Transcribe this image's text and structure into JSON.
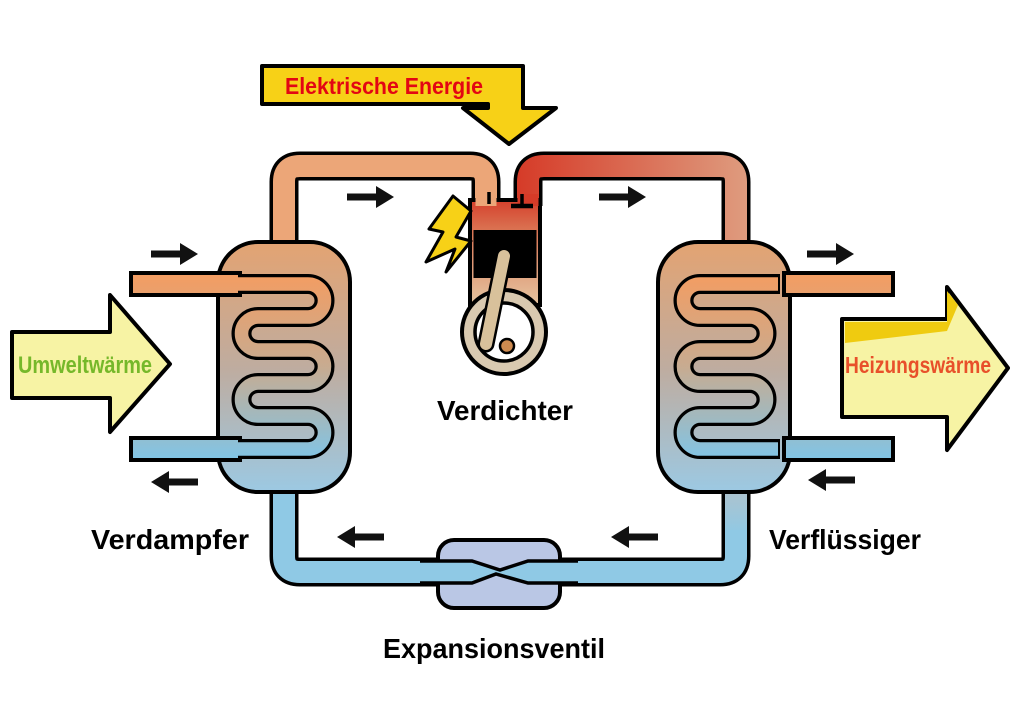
{
  "diagram": {
    "title_labels": {
      "evaporator": "Verdampfer",
      "compressor": "Verdichter",
      "condenser": "Verflüssiger",
      "expansion_valve": "Expansionsventil"
    },
    "energy_arrows": {
      "electric": "Elektrische Energie",
      "ambient": "Umweltwärme",
      "heating": "Heizungswärme"
    },
    "flow_arrows": {
      "top_left_in": "right",
      "evaporator_to_compressor": "right",
      "compressor_to_condenser": "right",
      "top_right_out": "right",
      "bottom_right_return": "left",
      "bottom_left_out": "left",
      "valve_line_left": "left",
      "valve_line_right": "left"
    },
    "colors": {
      "banner_yellow": "#F7D117",
      "pale_yellow": "#F7F3A4",
      "band_yellow": "#EFCB10",
      "text_red": "#E30613",
      "text_green": "#76B82A",
      "text_heat_orange": "#E8502A",
      "pipe_warm": "#ECA678",
      "pipe_hot": "#D63B28",
      "pipe_hot_fade": "#DFA587",
      "pipe_cold": "#8FC9E5",
      "pipe_cold_gray": "#AFC2CC",
      "vessel_top": "#E3A372",
      "vessel_mid": "#BFAC9F",
      "vessel_bottom": "#9CC9E3",
      "coil_top": "#F59C60",
      "coil_mid": "#C8AB90",
      "coil_bottom": "#7FC5E8",
      "valve_box": "#BAC7E5",
      "compressor_top": "#D5402C",
      "compressor_mid": "#DA7352",
      "compressor_bottom": "#E5C09C",
      "flywheel_ring": "#D9C9B0",
      "flywheel_inner": "#FFFFFF",
      "rod_tan": "#D8C19B",
      "crank_dot": "#CE8B50",
      "flow_arrow_black": "#111111",
      "label_black": "#000000"
    }
  }
}
